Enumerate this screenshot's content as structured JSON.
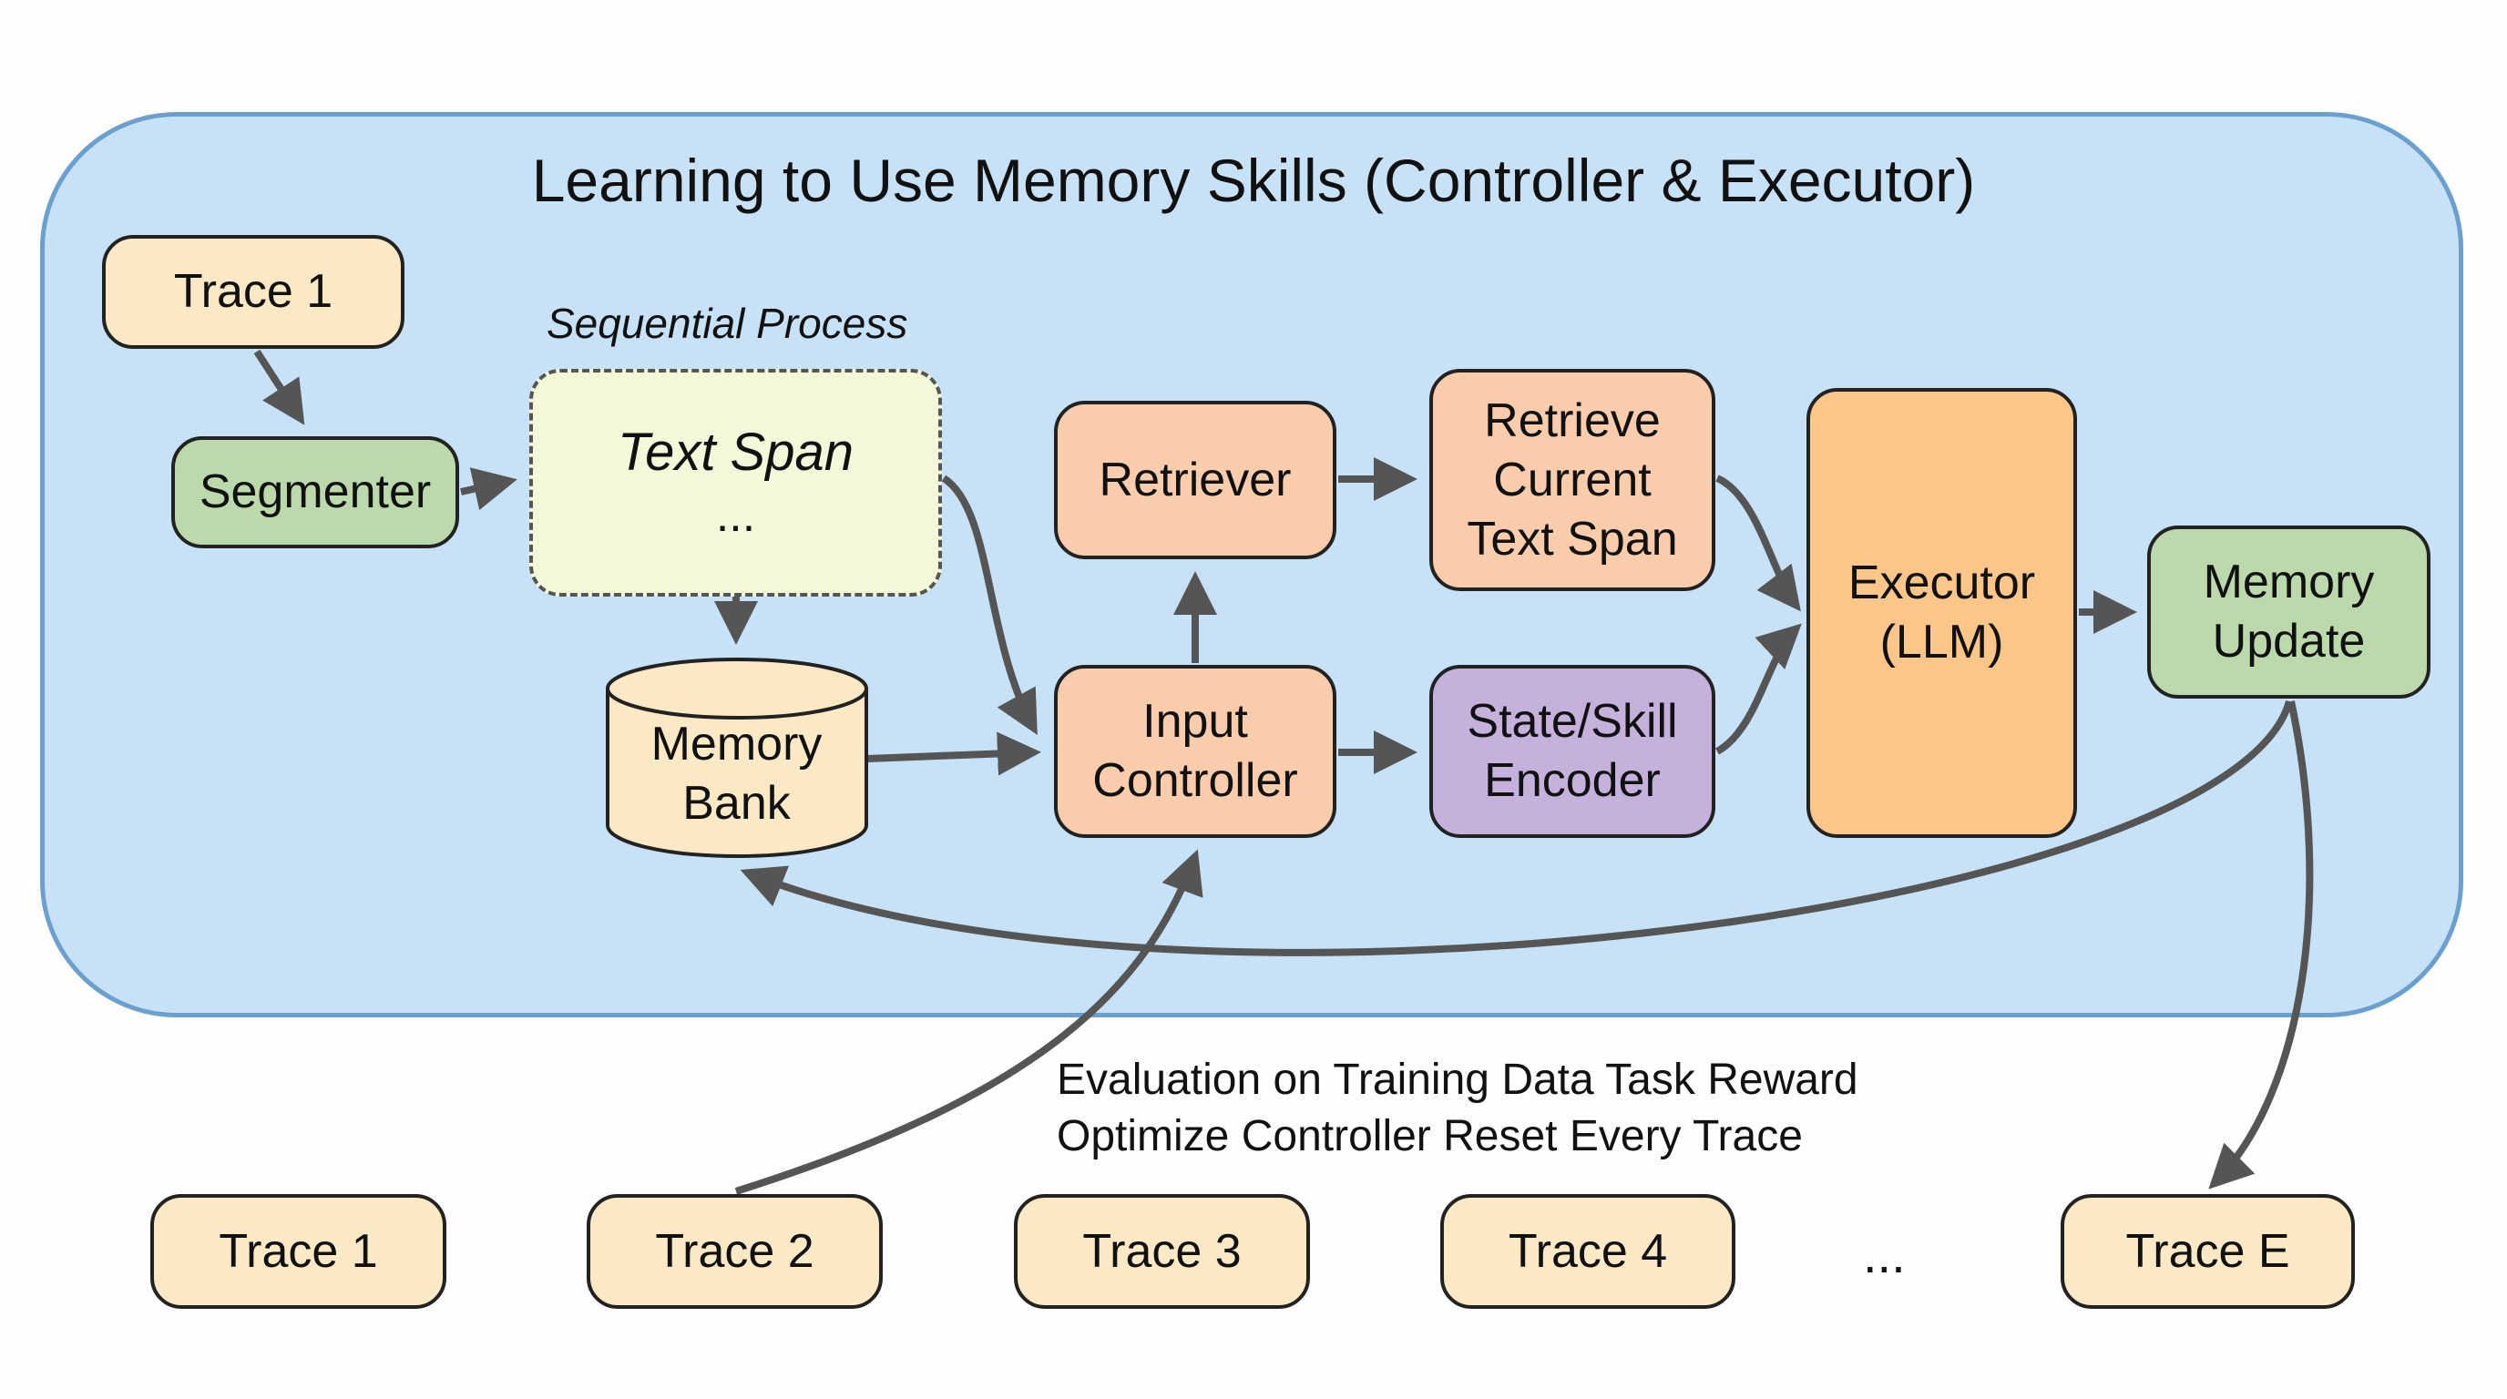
{
  "title": "Learning to Use Memory Skills (Controller & Executor)",
  "sequential_label": "Sequential Process",
  "nodes": {
    "trace_top": "Trace 1",
    "segmenter": "Segmenter",
    "text_span": "Text Span",
    "text_span_ellipsis": "...",
    "memory_bank_line1": "Memory",
    "memory_bank_line2": "Bank",
    "retriever": "Retriever",
    "input_controller_line1": "Input",
    "input_controller_line2": "Controller",
    "retrieve_current_line1": "Retrieve",
    "retrieve_current_line2": "Current",
    "retrieve_current_line3": "Text Span",
    "state_skill_line1": "State/Skill",
    "state_skill_line2": "Encoder",
    "executor_line1": "Executor",
    "executor_line2": "(LLM)",
    "memory_update_line1": "Memory",
    "memory_update_line2": "Update"
  },
  "notes": {
    "line1": "Evaluation on Training Data Task Reward",
    "line2": "Optimize Controller Reset Every Trace"
  },
  "traces": [
    "Trace 1",
    "Trace 2",
    "Trace 3",
    "Trace 4",
    "...",
    "Trace E"
  ],
  "colors": {
    "panel": "#c7e2f6",
    "panel_border": "#6b9fd0",
    "trace": "#fbe9c5",
    "green": "#bcd9ac",
    "orange": "#f9ccab",
    "purple": "#c5b1dc",
    "executor": "#fbc688",
    "arrow": "#555555"
  }
}
